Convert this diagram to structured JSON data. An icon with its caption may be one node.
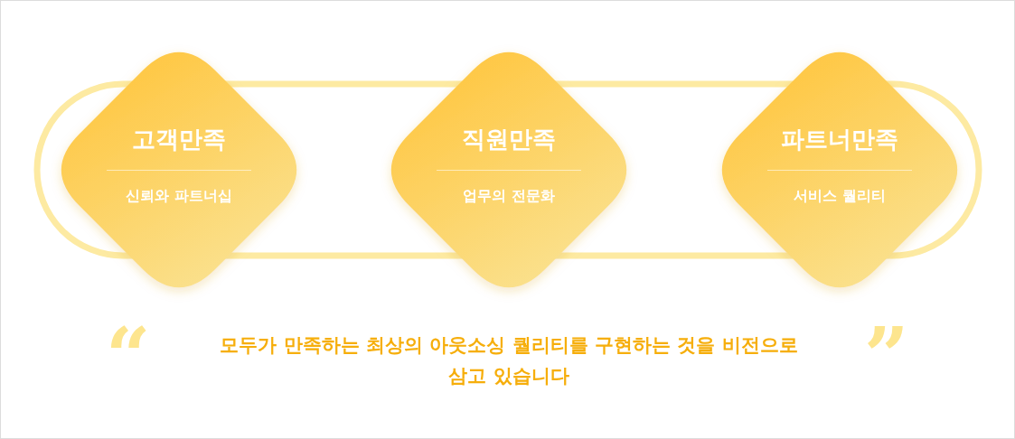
{
  "diagram": {
    "nodes": [
      {
        "text": [
          "고객만족",
          "신뢰와 파트너십"
        ]
      },
      {
        "text": [
          "직원만족",
          "업무의 전문화"
        ]
      },
      {
        "text": [
          "파트너만족",
          "서비스 퀄리티"
        ]
      }
    ],
    "labels": [
      "“",
      "모두가 만족하는 최상의 아웃소싱 퀄리티를 구현하는 것을 비전으로 삼고 있습니다",
      "”"
    ]
  }
}
